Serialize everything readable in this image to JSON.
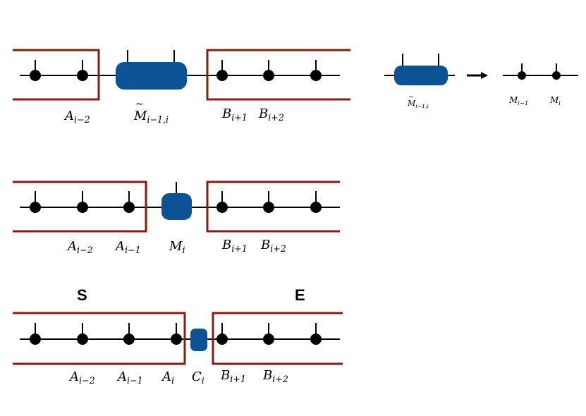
{
  "colors": {
    "block": "#8b1a10",
    "tensor": "#0b5394",
    "node": "#000000",
    "line": "#000000"
  },
  "row1": {
    "labels": {
      "a_im2": {
        "base": "A",
        "sub": "i−2"
      },
      "mtilde": {
        "base": "M",
        "sub": "i−1,i"
      },
      "b_ip1": {
        "base": "B",
        "sub": "i+1"
      },
      "b_ip2": {
        "base": "B",
        "sub": "i+2"
      }
    }
  },
  "inset": {
    "labels": {
      "mtilde": {
        "base": "M",
        "sub": "i−1,i"
      },
      "m_im1": {
        "base": "M",
        "sub": "i−1"
      },
      "m_i": {
        "base": "M",
        "sub": "i"
      }
    },
    "arrow_icon": "right-arrow-icon"
  },
  "row2": {
    "labels": {
      "a_im2": {
        "base": "A",
        "sub": "i−2"
      },
      "a_im1": {
        "base": "A",
        "sub": "i−1"
      },
      "m_i": {
        "base": "M",
        "sub": "i"
      },
      "b_ip1": {
        "base": "B",
        "sub": "i+1"
      },
      "b_ip2": {
        "base": "B",
        "sub": "i+2"
      }
    }
  },
  "row3": {
    "s_label": "S",
    "e_label": "E",
    "labels": {
      "a_im2": {
        "base": "A",
        "sub": "i−2"
      },
      "a_im1": {
        "base": "A",
        "sub": "i−1"
      },
      "a_i": {
        "base": "A",
        "sub": "i"
      },
      "c_i": {
        "base": "C",
        "sub": "i"
      },
      "b_ip1": {
        "base": "B",
        "sub": "i+1"
      },
      "b_ip2": {
        "base": "B",
        "sub": "i+2"
      }
    }
  }
}
